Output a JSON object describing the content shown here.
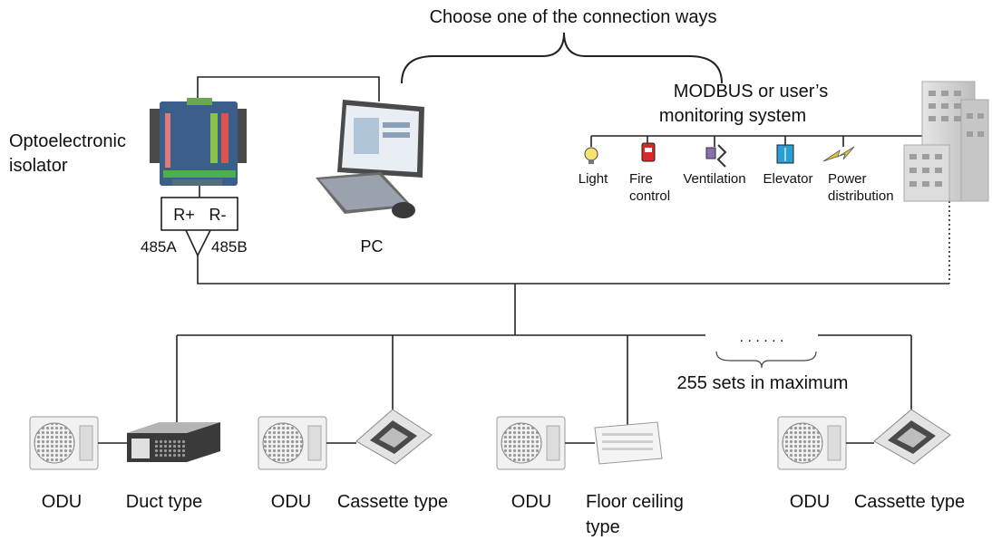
{
  "title": "Choose one of the connection ways",
  "isolator": {
    "label_line1": "Optoelectronic",
    "label_line2": "isolator",
    "terminal_plus": "R+",
    "terminal_minus": "R-",
    "port_a": "485A",
    "port_b": "485B"
  },
  "pc": {
    "label": "PC"
  },
  "monitoring": {
    "title_line1": "MODBUS or user’s",
    "title_line2": "monitoring system",
    "items": [
      {
        "line1": "Light",
        "line2": "",
        "icon": "light-bulb-icon"
      },
      {
        "line1": "Fire",
        "line2": "control",
        "icon": "fire-extinguisher-icon"
      },
      {
        "line1": "Ventilation",
        "line2": "",
        "icon": "fan-icon"
      },
      {
        "line1": "Elevator",
        "line2": "",
        "icon": "elevator-icon"
      },
      {
        "line1": "Power",
        "line2": "distribution",
        "icon": "lightning-icon"
      }
    ]
  },
  "max_note": "255 sets in maximum",
  "ellipsis": ". . . . . .",
  "units": [
    {
      "odu": "ODU",
      "idu_line1": "Duct type",
      "idu_line2": "",
      "idu_icon": "duct-unit-icon"
    },
    {
      "odu": "ODU",
      "idu_line1": "Cassette type",
      "idu_line2": "",
      "idu_icon": "cassette-unit-icon"
    },
    {
      "odu": "ODU",
      "idu_line1": "Floor ceiling",
      "idu_line2": "type",
      "idu_icon": "floor-ceiling-unit-icon"
    },
    {
      "odu": "ODU",
      "idu_line1": "Cassette type",
      "idu_line2": "",
      "idu_icon": "cassette-unit-icon"
    }
  ],
  "colors": {
    "line": "#222222",
    "device_blue": "#3b5f8a",
    "building": "#d4d4d4",
    "fire_red": "#d62a2a",
    "elevator_blue": "#2a9fd6",
    "fan_purple": "#8a6fb0",
    "bulb_yellow": "#f7e26b"
  }
}
